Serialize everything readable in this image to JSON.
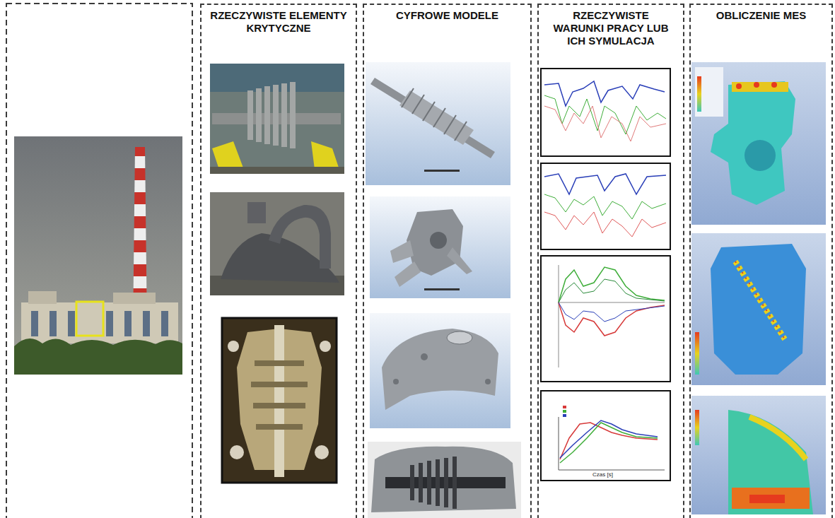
{
  "diagram": {
    "nodes": [
      {
        "text": [
          "RZECZYWISTE ELEMENTY KRYTYCZNE"
        ]
      },
      {
        "text": [
          "CYFROWE MODELE"
        ]
      },
      {
        "text": [
          "RZECZYWISTE WARUNKI PRACY LUB ICH SYMULACJA"
        ]
      },
      {
        "text": [
          "OBLICZENIE MES"
        ]
      }
    ],
    "labels": [
      "Czas [s]"
    ]
  }
}
